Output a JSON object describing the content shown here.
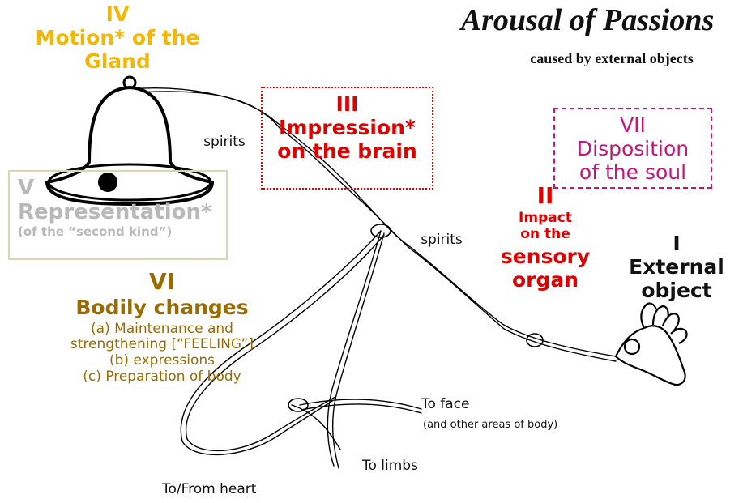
{
  "title": "Arousal of Passions",
  "subtitle": "caused by external objects",
  "colors": {
    "gold": "#f2b705",
    "red": "#e00000",
    "magenta": "#c0187a",
    "gray": "#b8b8b8",
    "brown": "#9a6b00",
    "black": "#000000"
  },
  "stages": {
    "iv": {
      "numeral": "IV",
      "line1": "Motion* of the",
      "line2": "Gland"
    },
    "iii": {
      "numeral": "III",
      "line1": "Impression*",
      "line2": "on the brain"
    },
    "vii": {
      "numeral": "VII",
      "line1": "Disposition",
      "line2": "of the soul"
    },
    "v": {
      "numeral": "V",
      "line1": "Representation*",
      "line2": "(of the “second kind”)"
    },
    "ii": {
      "numeral": "II",
      "line1": "Impact",
      "line2": "on the",
      "line3": "sensory",
      "line4": "organ"
    },
    "i": {
      "numeral": "I",
      "line1": "External",
      "line2": "object"
    },
    "vi": {
      "numeral": "VI",
      "heading": "Bodily changes",
      "item_a_1": "(a) Maintenance and",
      "item_a_2": "strengthening [“FEELING”]",
      "item_b": "(b) expressions",
      "item_c": "(c) Preparation of body"
    }
  },
  "labels": {
    "spirits_left": "spirits",
    "spirits_right": "spirits",
    "to_face": "To face",
    "to_face_note": "(and other areas of body)",
    "to_limbs": "To limbs",
    "to_heart": "To/From heart"
  },
  "icons": [
    "bell-icon",
    "hand-ok-icon",
    "nerve-strings"
  ]
}
